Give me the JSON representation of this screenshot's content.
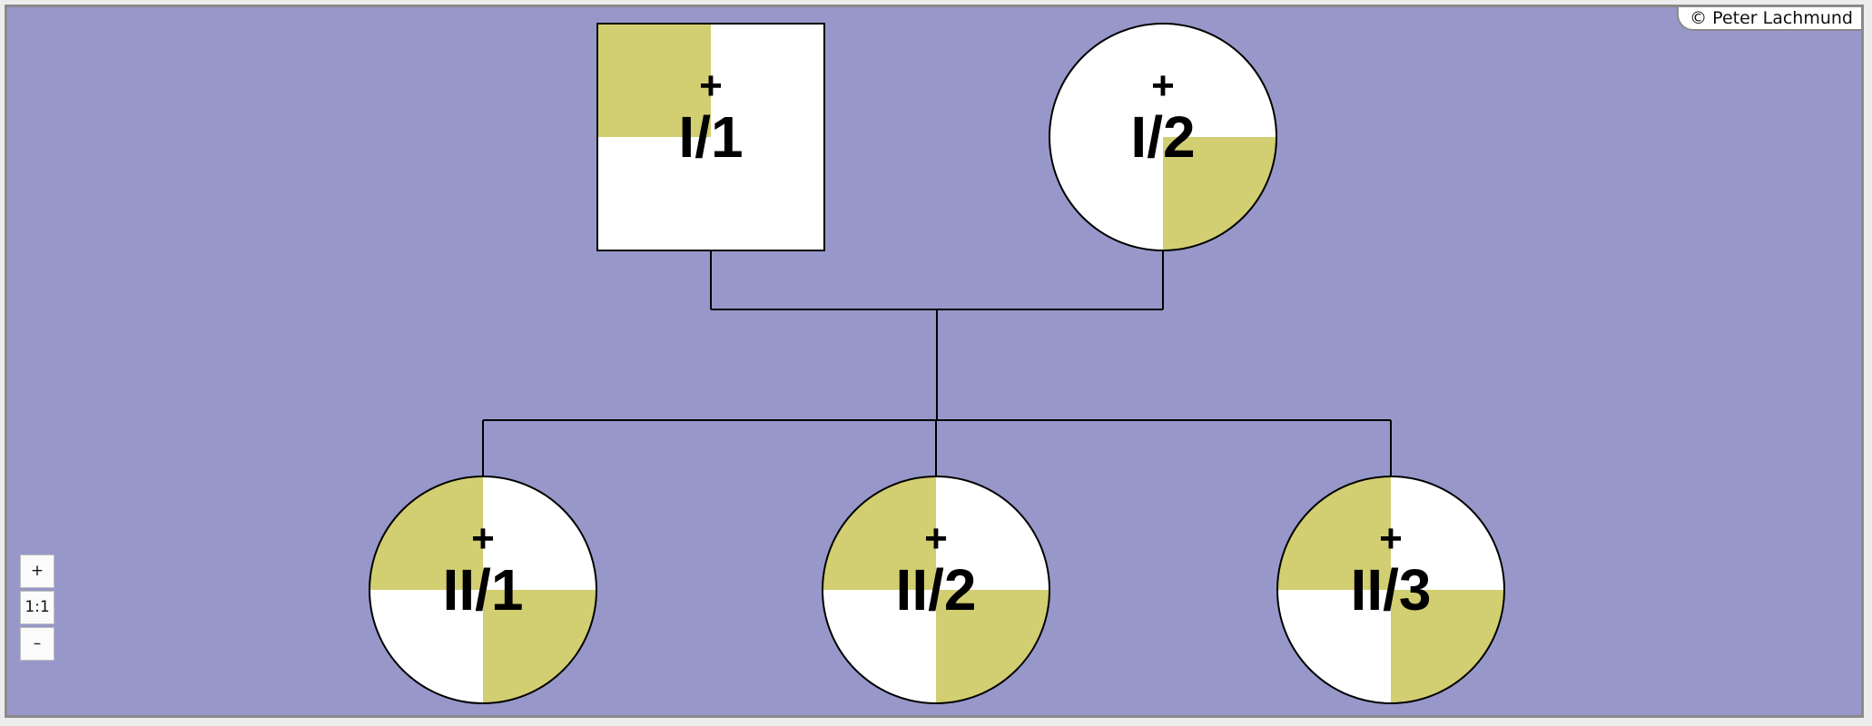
{
  "copyright": "© Peter Lachmund",
  "zoom_controls": {
    "zoom_in_label": "+",
    "reset_label": "1:1",
    "zoom_out_label": "–"
  },
  "colors": {
    "background": "#9798c9",
    "affected_fill": "#d2ce72",
    "unaffected_fill": "#ffffff",
    "line": "#000000"
  },
  "pedigree": {
    "individuals": [
      {
        "id": "I/1",
        "sex": "male",
        "status_mark": "+",
        "quadrants_affected": [
          "top-left"
        ]
      },
      {
        "id": "I/2",
        "sex": "female",
        "status_mark": "+",
        "quadrants_affected": [
          "bottom-right"
        ]
      },
      {
        "id": "II/1",
        "sex": "female",
        "status_mark": "+",
        "quadrants_affected": [
          "top-left",
          "bottom-right"
        ]
      },
      {
        "id": "II/2",
        "sex": "female",
        "status_mark": "+",
        "quadrants_affected": [
          "top-left",
          "bottom-right"
        ]
      },
      {
        "id": "II/3",
        "sex": "female",
        "status_mark": "+",
        "quadrants_affected": [
          "top-left",
          "bottom-right"
        ]
      }
    ],
    "couples": [
      {
        "partners": [
          "I/1",
          "I/2"
        ],
        "children": [
          "II/1",
          "II/2",
          "II/3"
        ]
      }
    ]
  }
}
